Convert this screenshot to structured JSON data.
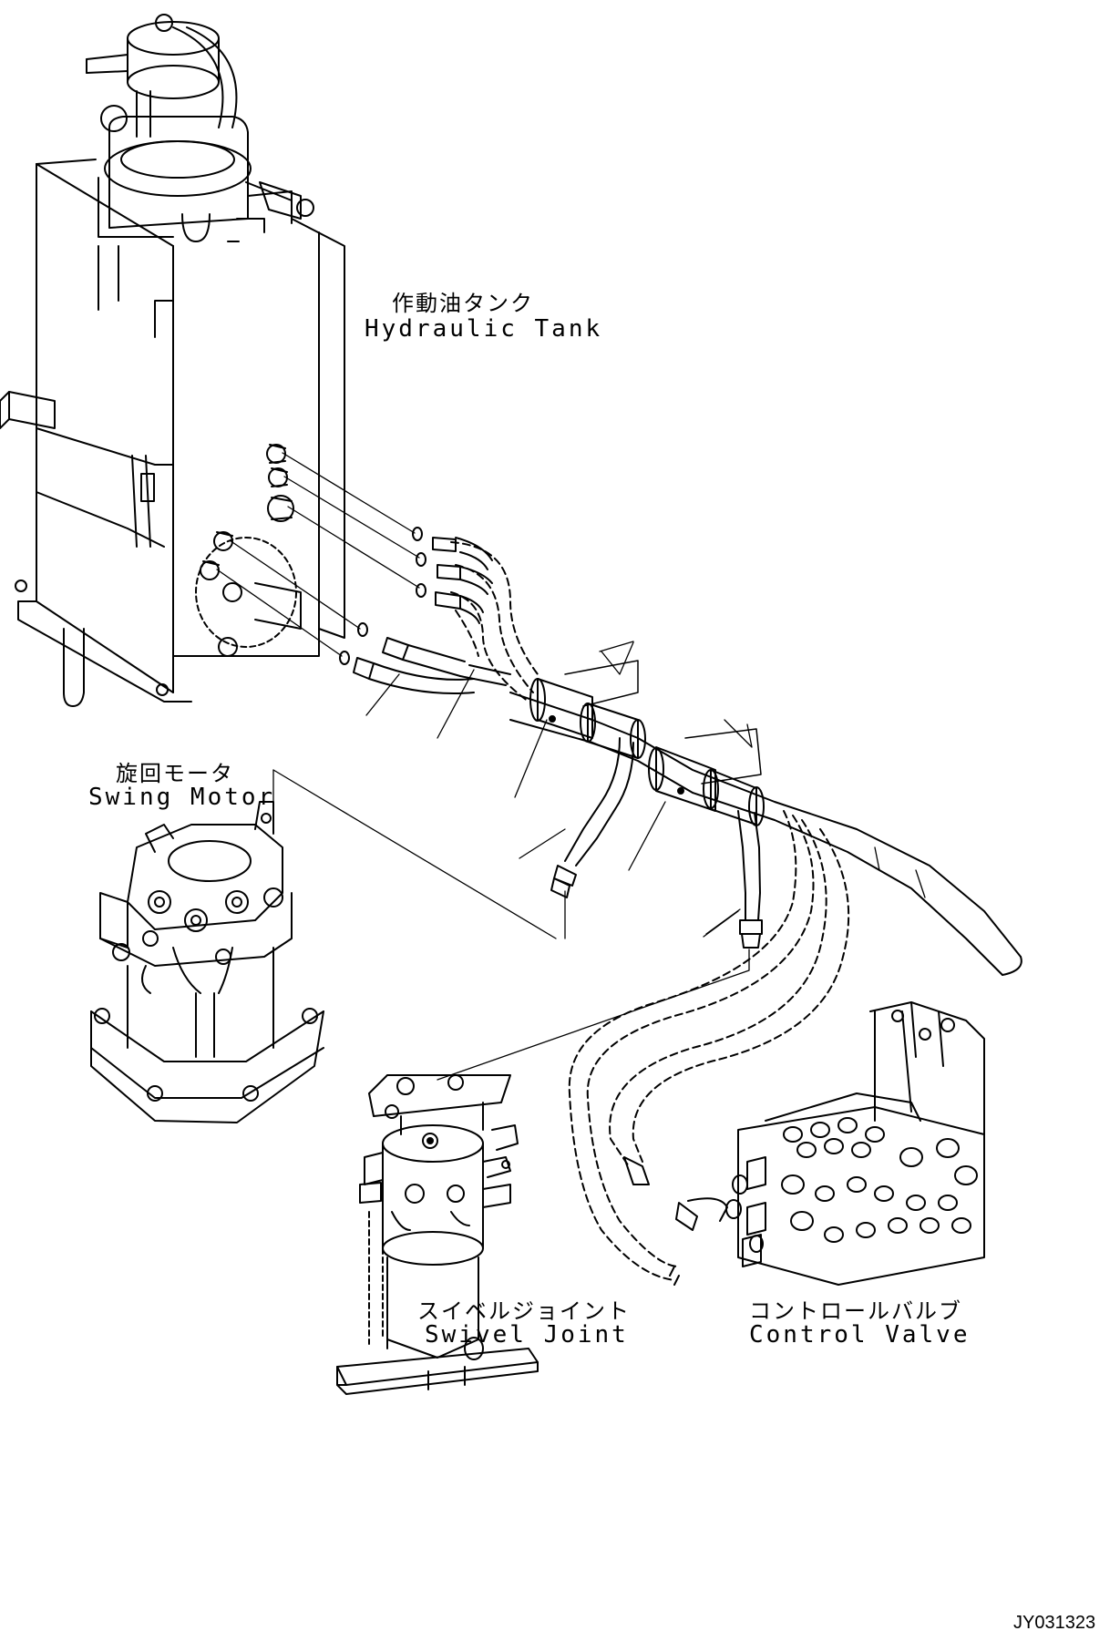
{
  "labels": {
    "hydraulic_tank": {
      "jp": "作動油タンク",
      "en": "Hydraulic Tank"
    },
    "swing_motor": {
      "jp": "旋回モータ",
      "en": "Swing Motor"
    },
    "swivel_joint": {
      "jp": "スイベルジョイント",
      "en": "Swivel Joint"
    },
    "control_valve": {
      "jp": "コントロールバルブ",
      "en": "Control Valve"
    }
  },
  "drawing_code": "JY031323",
  "line_color": "#000000",
  "background_color": "#ffffff"
}
